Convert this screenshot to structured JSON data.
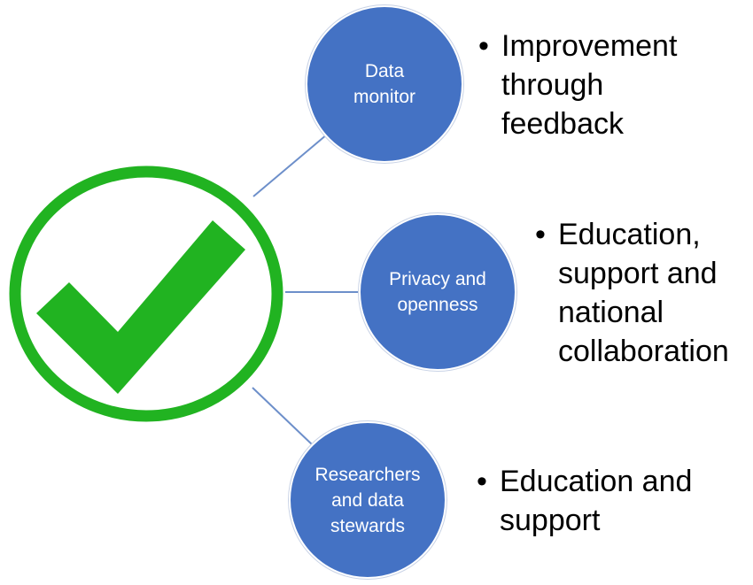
{
  "center_icon": "checkmark-icon",
  "colors": {
    "node_fill": "#4472c4",
    "check_green": "#21b321",
    "connector": "#6d8fca"
  },
  "nodes": [
    {
      "label": "Data\nmonitor",
      "description": "Improvement\nthrough\nfeedback"
    },
    {
      "label": "Privacy and\nopenness",
      "description": "Education,\nsupport and\nnational\ncollaboration"
    },
    {
      "label": "Researchers\nand data\nstewards",
      "description": "Education and\nsupport"
    }
  ],
  "bullet": "•"
}
